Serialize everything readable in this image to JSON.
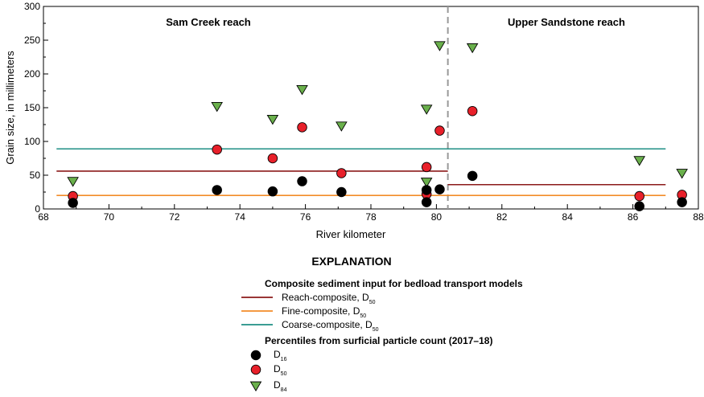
{
  "chart_data": {
    "type": "scatter",
    "xlabel": "River kilometer",
    "ylabel": "Grain size, in millimeters",
    "xlim": [
      68,
      88
    ],
    "ylim": [
      0,
      300
    ],
    "xticks": [
      68,
      70,
      72,
      74,
      76,
      78,
      80,
      82,
      84,
      86,
      88
    ],
    "yticks": [
      0,
      50,
      100,
      150,
      200,
      250,
      300
    ],
    "grid": false,
    "reach_boundary_x": 80.35,
    "reaches": [
      {
        "label": "Sam Creek reach"
      },
      {
        "label": "Upper Sandstone reach"
      }
    ],
    "composite_lines": [
      {
        "name": "Reach-composite, D",
        "sub": "50",
        "color": "#8b1a1a",
        "segments": [
          {
            "x": [
              68.4,
              80.35
            ],
            "y": 56
          },
          {
            "x": [
              80.35,
              87.0
            ],
            "y": 36
          }
        ]
      },
      {
        "name": "Fine-composite, D",
        "sub": "50",
        "color": "#f28c28",
        "segments": [
          {
            "x": [
              68.4,
              87.0
            ],
            "y": 20
          }
        ]
      },
      {
        "name": "Coarse-composite, D",
        "sub": "50",
        "color": "#1f8f85",
        "segments": [
          {
            "x": [
              68.4,
              87.0
            ],
            "y": 89
          }
        ]
      }
    ],
    "series": [
      {
        "name": "D",
        "sub": "16",
        "marker": "circle",
        "color": "#000000",
        "points": [
          [
            68.9,
            9
          ],
          [
            73.3,
            28
          ],
          [
            75.0,
            26
          ],
          [
            75.9,
            41
          ],
          [
            77.1,
            25
          ],
          [
            79.7,
            28
          ],
          [
            79.7,
            10
          ],
          [
            80.1,
            29
          ],
          [
            81.1,
            49
          ],
          [
            86.2,
            4
          ],
          [
            87.5,
            10
          ]
        ]
      },
      {
        "name": "D",
        "sub": "50",
        "marker": "circle",
        "color": "#e8202a",
        "points": [
          [
            68.9,
            19
          ],
          [
            73.3,
            88
          ],
          [
            75.0,
            75
          ],
          [
            75.9,
            121
          ],
          [
            77.1,
            53
          ],
          [
            79.7,
            62
          ],
          [
            79.7,
            22
          ],
          [
            80.1,
            116
          ],
          [
            81.1,
            145
          ],
          [
            86.2,
            19
          ],
          [
            87.5,
            21
          ]
        ]
      },
      {
        "name": "D",
        "sub": "84",
        "marker": "triangle-down",
        "color": "#6ab04c",
        "points": [
          [
            68.9,
            41
          ],
          [
            73.3,
            152
          ],
          [
            75.0,
            133
          ],
          [
            75.9,
            177
          ],
          [
            77.1,
            123
          ],
          [
            79.7,
            148
          ],
          [
            79.7,
            40
          ],
          [
            80.1,
            242
          ],
          [
            81.1,
            239
          ],
          [
            86.2,
            72
          ],
          [
            87.5,
            53
          ]
        ]
      }
    ],
    "legend": {
      "title": "EXPLANATION",
      "line_section_title": "Composite sediment input for bedload transport models",
      "marker_section_title": "Percentiles from surficial particle count (2017–18)"
    }
  }
}
